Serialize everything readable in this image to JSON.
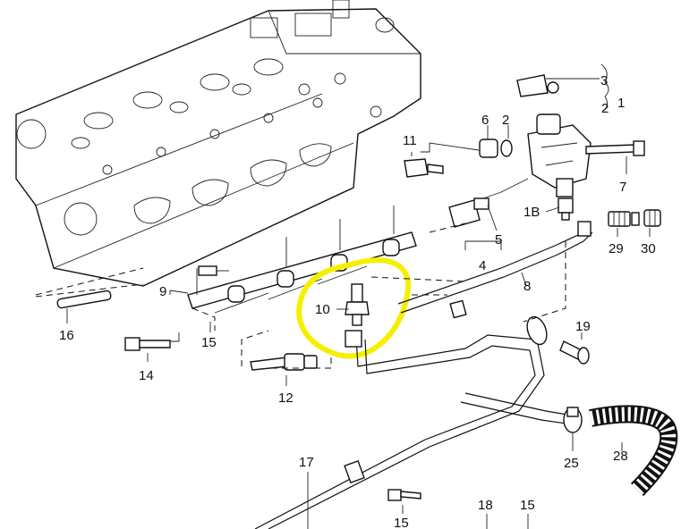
{
  "callouts": [
    {
      "id": "c1",
      "text": "1"
    },
    {
      "id": "c1b",
      "text": "1B"
    },
    {
      "id": "c2a",
      "text": "2"
    },
    {
      "id": "c2b",
      "text": "2"
    },
    {
      "id": "c3",
      "text": "3"
    },
    {
      "id": "c4",
      "text": "4"
    },
    {
      "id": "c5",
      "text": "5"
    },
    {
      "id": "c6",
      "text": "6"
    },
    {
      "id": "c7",
      "text": "7"
    },
    {
      "id": "c8",
      "text": "8"
    },
    {
      "id": "c9",
      "text": "9"
    },
    {
      "id": "c10",
      "text": "10"
    },
    {
      "id": "c11",
      "text": "11"
    },
    {
      "id": "c12",
      "text": "12"
    },
    {
      "id": "c14",
      "text": "14"
    },
    {
      "id": "c15a",
      "text": "15"
    },
    {
      "id": "c15b",
      "text": "15"
    },
    {
      "id": "c15c",
      "text": "15"
    },
    {
      "id": "c16",
      "text": "16"
    },
    {
      "id": "c17",
      "text": "17"
    },
    {
      "id": "c18",
      "text": "18"
    },
    {
      "id": "c19",
      "text": "19"
    },
    {
      "id": "c25",
      "text": "25"
    },
    {
      "id": "c28",
      "text": "28"
    },
    {
      "id": "c29",
      "text": "29"
    },
    {
      "id": "c30",
      "text": "30"
    }
  ],
  "highlight_color": "#f5f000",
  "line_color": "#111111"
}
